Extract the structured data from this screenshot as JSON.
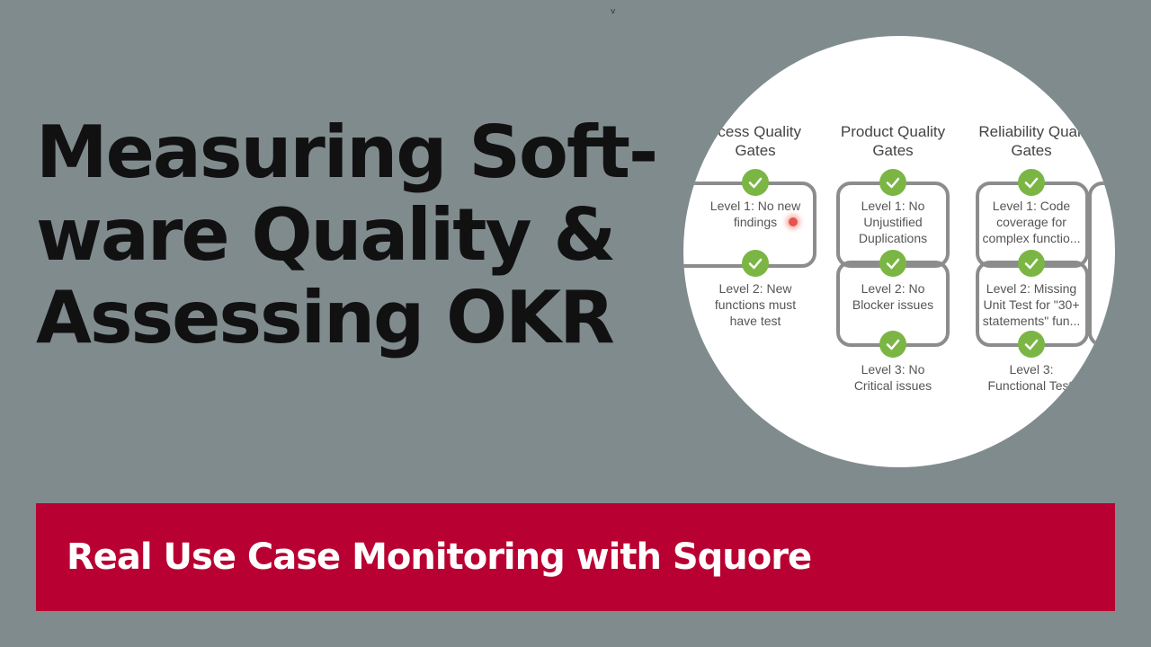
{
  "top_mark": "v",
  "title": {
    "line1": "Measuring Soft-",
    "line2": "ware Quality &",
    "line3": "Assessing OKR"
  },
  "gates": [
    {
      "title_line1": "ocess Quality",
      "title_line2": "Gates",
      "levels": [
        {
          "line1": "Level 1: No new",
          "line2": "findings",
          "line3": ""
        },
        {
          "line1": "Level 2: New",
          "line2": "functions must",
          "line3": "have test"
        }
      ]
    },
    {
      "title_line1": "Product Quality",
      "title_line2": "Gates",
      "levels": [
        {
          "line1": "Level 1: No",
          "line2": "Unjustified",
          "line3": "Duplications"
        },
        {
          "line1": "Level 2: No",
          "line2": "Blocker issues",
          "line3": ""
        },
        {
          "line1": "Level 3: No",
          "line2": "Critical issues",
          "line3": ""
        }
      ]
    },
    {
      "title_line1": "Reliability Quali",
      "title_line2": "Gates",
      "levels": [
        {
          "line1": "Level 1: Code",
          "line2": "coverage for",
          "line3": "complex functio..."
        },
        {
          "line1": "Level 2: Missing",
          "line2": "Unit Test for \"30+",
          "line3": "statements\" fun..."
        },
        {
          "line1": "Level 3:",
          "line2": "Functional Testi",
          "line3": ""
        }
      ]
    }
  ],
  "banner": {
    "text": "Real Use Case Monitoring with Squore"
  },
  "colors": {
    "background": "#808b8e",
    "banner": "#b90032",
    "check": "#7bb645",
    "alert_dot": "#e8524a"
  }
}
